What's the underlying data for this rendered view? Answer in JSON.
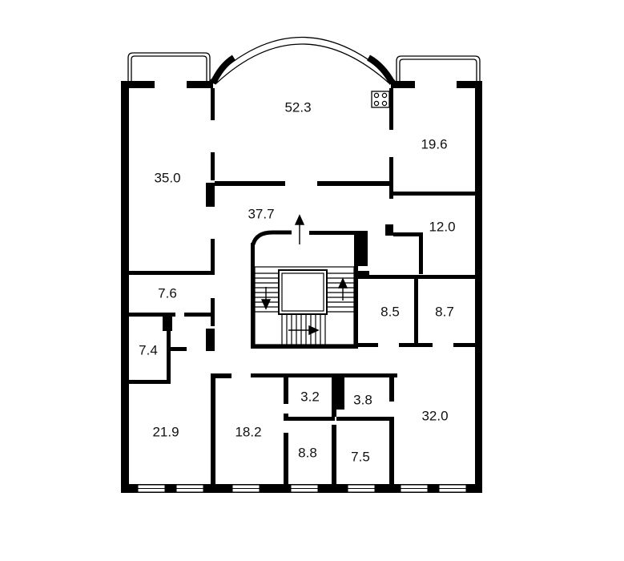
{
  "plan": {
    "colors": {
      "wall": "#000000",
      "background": "#ffffff",
      "line": "#000000",
      "window": "#ffffff"
    },
    "icons": {
      "stair_arrows": "arrow-icon",
      "stove": "stove-icon"
    },
    "rooms": [
      {
        "id": "great-hall",
        "label": "52.3"
      },
      {
        "id": "west-room",
        "label": "35.0"
      },
      {
        "id": "northeast-room",
        "label": "19.6"
      },
      {
        "id": "hall",
        "label": "37.7"
      },
      {
        "id": "east-room",
        "label": "12.0"
      },
      {
        "id": "small-west",
        "label": "7.6"
      },
      {
        "id": "closet-west",
        "label": "7.4"
      },
      {
        "id": "stair-room-a",
        "label": "8.5"
      },
      {
        "id": "stair-room-b",
        "label": "8.7"
      },
      {
        "id": "southwest-room",
        "label": "21.9"
      },
      {
        "id": "south-room",
        "label": "18.2"
      },
      {
        "id": "wc-a",
        "label": "3.2"
      },
      {
        "id": "wc-b",
        "label": "3.8"
      },
      {
        "id": "bath-a",
        "label": "8.8"
      },
      {
        "id": "bath-b",
        "label": "7.5"
      },
      {
        "id": "southeast-room",
        "label": "32.0"
      }
    ]
  }
}
